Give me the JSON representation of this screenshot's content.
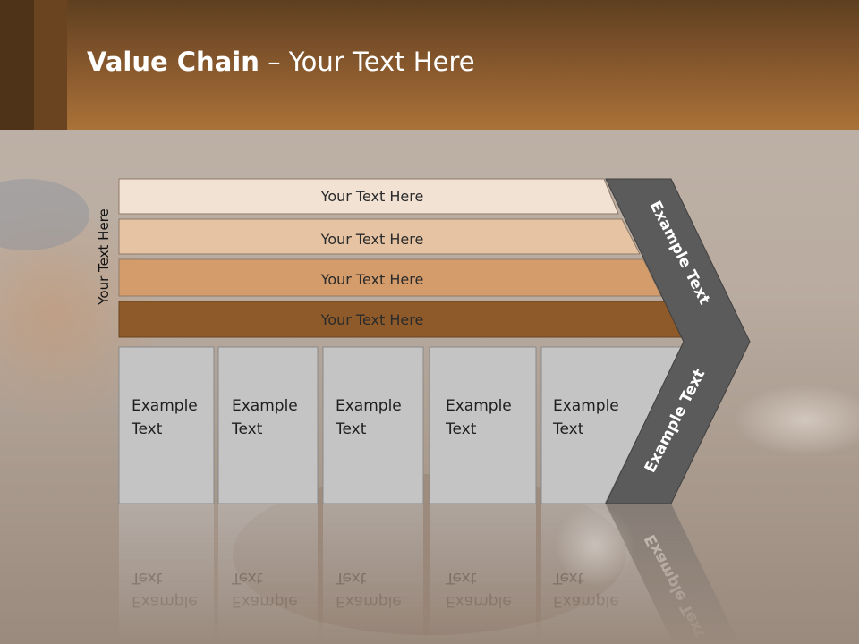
{
  "title": {
    "bold": "Value Chain",
    "rest": " – Your Text Here"
  },
  "vertical_label": "Your Text Here",
  "rows": [
    {
      "label": "Your Text Here",
      "color": "#f1e2d4"
    },
    {
      "label": "Your Text Here",
      "color": "#e6c3a3"
    },
    {
      "label": "Your Text Here",
      "color": "#d39c6a"
    },
    {
      "label": "Your Text Here",
      "color": "#8f5a2a"
    }
  ],
  "columns": [
    {
      "line1": "Example",
      "line2": "Text"
    },
    {
      "line1": "Example",
      "line2": "Text"
    },
    {
      "line1": "Example",
      "line2": "Text"
    },
    {
      "line1": "Example",
      "line2": "Text"
    },
    {
      "line1": "Example",
      "line2": "Text"
    }
  ],
  "chevron": {
    "upper": "Example Text",
    "lower": "Example Text",
    "color": "#5b5b5b"
  },
  "colors": {
    "column_fill": "#c4c4c4",
    "header": "#9a6632"
  }
}
